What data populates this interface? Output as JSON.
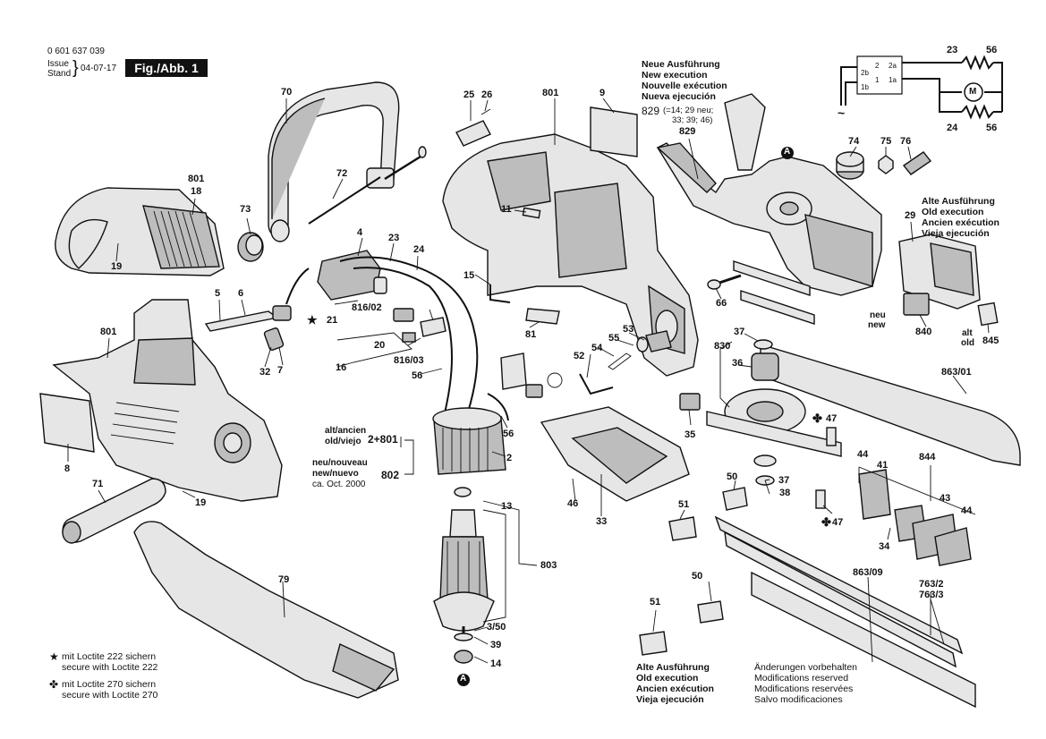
{
  "header": {
    "doc_number": "0 601 637 039",
    "issue_label": "Issue",
    "stand_label": "Stand",
    "date": "04-07-17",
    "figure": "Fig./Abb. 1"
  },
  "notes": {
    "new_version": [
      "Neue Ausführung",
      "New execution",
      "Nouvelle exécution",
      "Nueva ejecución"
    ],
    "part_829_a": "829",
    "part_829_b": "(=14; 29 neu;",
    "part_829_c": "33; 39; 46)",
    "old_version_top": [
      "Alte Ausführung",
      "Old execution",
      "Ancien exécution",
      "Vieja ejecución"
    ],
    "old_version_bottom": [
      "Alte Ausführung",
      "Old execution",
      "Ancien exécution",
      "Vieja ejecución"
    ],
    "modifications": [
      "Änderungen vorbehalten",
      "Modifications reserved",
      "Modifications reservées",
      "Salvo modificaciones"
    ],
    "loctite_222": [
      "mit Loctite 222 sichern",
      "secure with Loctite 222"
    ],
    "loctite_270": [
      "mit Loctite 270 sichern",
      "secure with Loctite 270"
    ],
    "alt_ancien": "alt/ancien",
    "old_viejo": "old/viejo",
    "alt_ref": "2+801",
    "neu_nouveau": "neu/nouveau",
    "new_nuevo": "new/nuevo",
    "ca_date": "ca. Oct. 2000",
    "new_ref": "802",
    "neu_small": "neu",
    "new_small": "new",
    "alt_small": "alt",
    "old_small": "old"
  },
  "marks": {
    "star": "★",
    "flower": "✤",
    "ref_a": "A"
  },
  "circuit": {
    "labels": {
      "23": "23",
      "56_top": "56",
      "24": "24",
      "56_bot": "56",
      "c2": "2",
      "c2a": "2a",
      "c2b": "2b",
      "c1": "1",
      "c1a": "1a",
      "c1b": "1b",
      "motor": "M",
      "ac": "~"
    }
  },
  "callouts": [
    {
      "id": "c70",
      "text": "70"
    },
    {
      "id": "c72",
      "text": "72"
    },
    {
      "id": "c73",
      "text": "73"
    },
    {
      "id": "c801a",
      "text": "801"
    },
    {
      "id": "c18",
      "text": "18"
    },
    {
      "id": "c19a",
      "text": "19"
    },
    {
      "id": "c5",
      "text": "5"
    },
    {
      "id": "c6",
      "text": "6"
    },
    {
      "id": "c4",
      "text": "4"
    },
    {
      "id": "c23",
      "text": "23"
    },
    {
      "id": "c24",
      "text": "24"
    },
    {
      "id": "c21",
      "text": "21"
    },
    {
      "id": "c81602",
      "text": "816/02"
    },
    {
      "id": "c20",
      "text": "20"
    },
    {
      "id": "c16",
      "text": "16"
    },
    {
      "id": "c81603",
      "text": "816/03"
    },
    {
      "id": "c56a",
      "text": "56"
    },
    {
      "id": "c32",
      "text": "32"
    },
    {
      "id": "c7",
      "text": "7"
    },
    {
      "id": "c801b",
      "text": "801"
    },
    {
      "id": "c8",
      "text": "8"
    },
    {
      "id": "c71",
      "text": "71"
    },
    {
      "id": "c19b",
      "text": "19"
    },
    {
      "id": "c79",
      "text": "79"
    },
    {
      "id": "c25",
      "text": "25"
    },
    {
      "id": "c26",
      "text": "26"
    },
    {
      "id": "c801c",
      "text": "801"
    },
    {
      "id": "c9",
      "text": "9"
    },
    {
      "id": "c11",
      "text": "11"
    },
    {
      "id": "c15",
      "text": "15"
    },
    {
      "id": "c81",
      "text": "81"
    },
    {
      "id": "c53",
      "text": "53"
    },
    {
      "id": "c55",
      "text": "55"
    },
    {
      "id": "c54",
      "text": "54"
    },
    {
      "id": "c52",
      "text": "52"
    },
    {
      "id": "c56b",
      "text": "56"
    },
    {
      "id": "c2",
      "text": "2"
    },
    {
      "id": "c13",
      "text": "13"
    },
    {
      "id": "c803",
      "text": "803"
    },
    {
      "id": "c350",
      "text": "3/50"
    },
    {
      "id": "c39",
      "text": "39"
    },
    {
      "id": "c14",
      "text": "14"
    },
    {
      "id": "c46",
      "text": "46"
    },
    {
      "id": "c33",
      "text": "33"
    },
    {
      "id": "c829",
      "text": "829"
    },
    {
      "id": "c74",
      "text": "74"
    },
    {
      "id": "c75",
      "text": "75"
    },
    {
      "id": "c76",
      "text": "76"
    },
    {
      "id": "c29",
      "text": "29"
    },
    {
      "id": "c66",
      "text": "66"
    },
    {
      "id": "c840",
      "text": "840"
    },
    {
      "id": "c845",
      "text": "845"
    },
    {
      "id": "c37a",
      "text": "37"
    },
    {
      "id": "c830",
      "text": "830"
    },
    {
      "id": "c36",
      "text": "36"
    },
    {
      "id": "c35",
      "text": "35"
    },
    {
      "id": "c47a",
      "text": "47"
    },
    {
      "id": "c86301",
      "text": "863/01"
    },
    {
      "id": "c844",
      "text": "844"
    },
    {
      "id": "c44a",
      "text": "44"
    },
    {
      "id": "c41",
      "text": "41"
    },
    {
      "id": "c43",
      "text": "43"
    },
    {
      "id": "c44b",
      "text": "44"
    },
    {
      "id": "c37b",
      "text": "37"
    },
    {
      "id": "c38",
      "text": "38"
    },
    {
      "id": "c50a",
      "text": "50"
    },
    {
      "id": "c51a",
      "text": "51"
    },
    {
      "id": "c47b",
      "text": "47"
    },
    {
      "id": "c34",
      "text": "34"
    },
    {
      "id": "c86309",
      "text": "863/09"
    },
    {
      "id": "c7632",
      "text": "763/2"
    },
    {
      "id": "c7633",
      "text": "763/3"
    },
    {
      "id": "c50b",
      "text": "50"
    },
    {
      "id": "c51b",
      "text": "51"
    }
  ]
}
